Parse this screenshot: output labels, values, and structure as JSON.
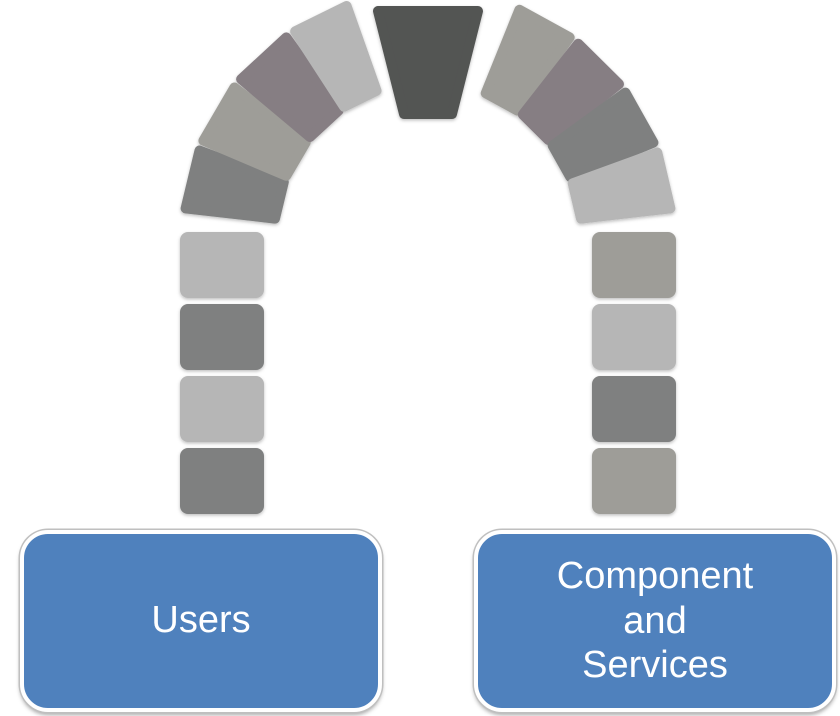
{
  "diagram": {
    "left_block": {
      "label": "Users",
      "color": "#4f81bd"
    },
    "right_block": {
      "lines": [
        "Component",
        "and",
        "Services"
      ],
      "color": "#4f81bd"
    },
    "arch_stone_colors": {
      "light_gray": "#b6b6b6",
      "dark_gray": "#7f8080",
      "warm_gray": "#9e9d98",
      "mauve": "#867e83",
      "keystone": "#535453"
    }
  }
}
